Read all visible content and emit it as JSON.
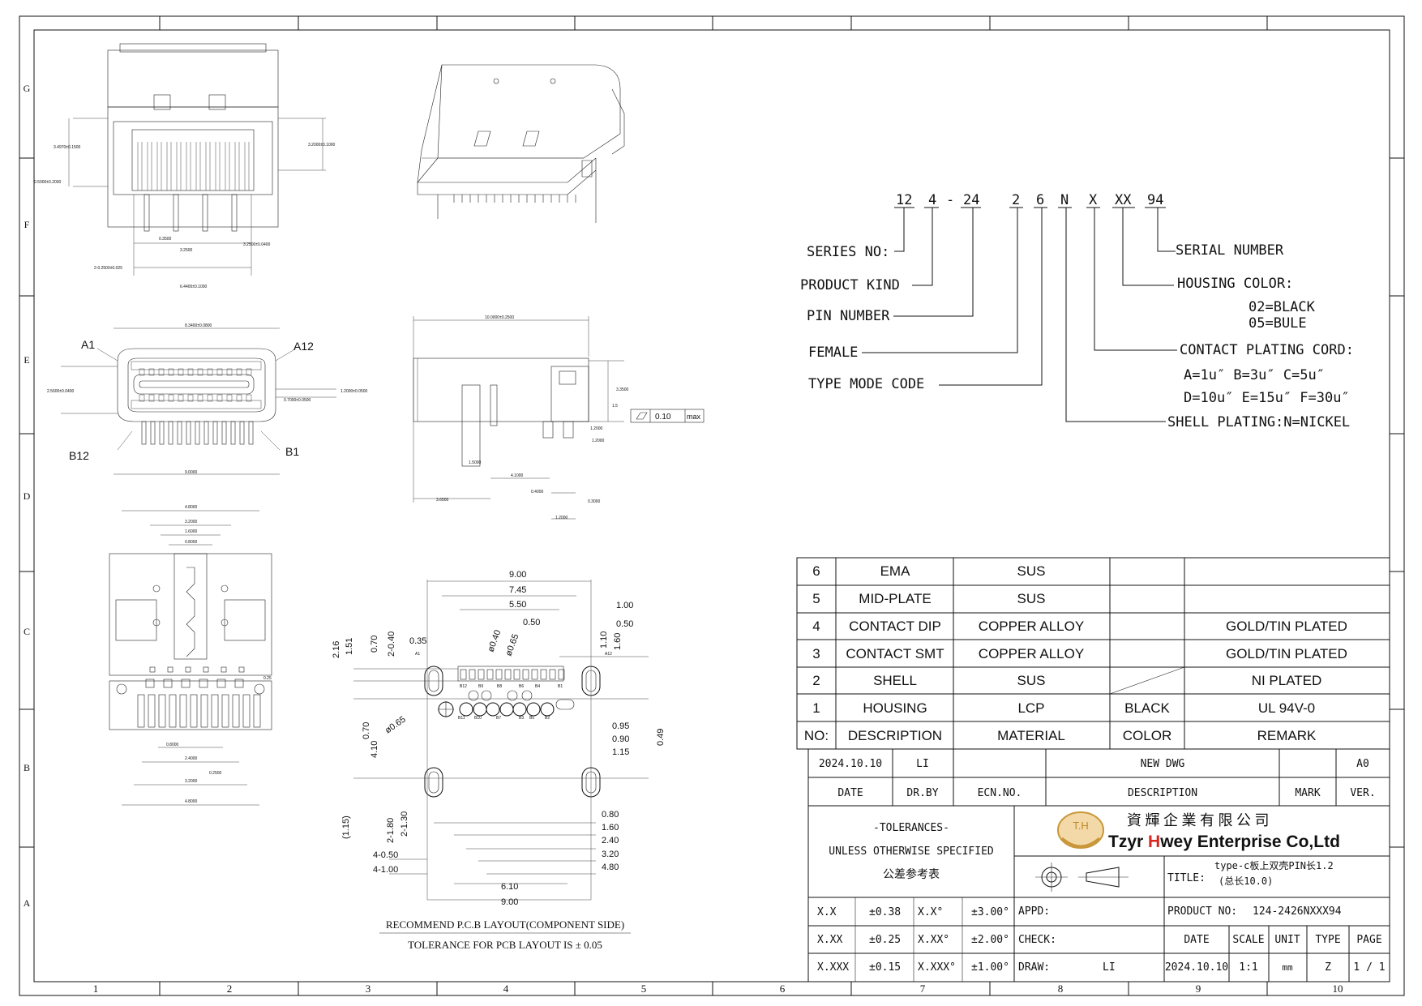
{
  "border": {
    "columns": [
      "1",
      "2",
      "3",
      "4",
      "5",
      "6",
      "7",
      "8",
      "9",
      "10"
    ],
    "rows": [
      "G",
      "F",
      "E",
      "D",
      "C",
      "B",
      "A"
    ]
  },
  "part_code": {
    "segments": [
      "12",
      "4",
      "-",
      "24",
      "2",
      "6",
      "N",
      "X",
      "XX",
      "94"
    ],
    "labels": {
      "series": "SERIES NO:",
      "kind": "PRODUCT KIND",
      "pin": "PIN NUMBER",
      "female": "FEMALE",
      "type_mode": "TYPE MODE CODE",
      "serial": "SERIAL NUMBER",
      "housing_color": "HOUSING COLOR:",
      "housing_color_opt1": "02=BLACK",
      "housing_color_opt2": "05=BULE",
      "plating": "CONTACT PLATING CORD:",
      "plating_opt1": "A=1u″  B=3u″  C=5u″",
      "plating_opt2": "D=10u″ E=15u″ F=30u″",
      "shell": "SHELL PLATING:N=NICKEL"
    }
  },
  "bom": {
    "rows": [
      {
        "no": "6",
        "desc": "EMA",
        "material": "SUS",
        "color": "",
        "remark": ""
      },
      {
        "no": "5",
        "desc": "MID-PLATE",
        "material": "SUS",
        "color": "",
        "remark": ""
      },
      {
        "no": "4",
        "desc": "CONTACT DIP",
        "material": "COPPER ALLOY",
        "color": "",
        "remark": "GOLD/TIN PLATED"
      },
      {
        "no": "3",
        "desc": "CONTACT SMT",
        "material": "COPPER ALLOY",
        "color": "",
        "remark": "GOLD/TIN PLATED"
      },
      {
        "no": "2",
        "desc": "SHELL",
        "material": "SUS",
        "color": "",
        "remark": "NI PLATED"
      },
      {
        "no": "1",
        "desc": "HOUSING",
        "material": "LCP",
        "color": "BLACK",
        "remark": "UL 94V-0"
      }
    ],
    "header": {
      "no": "NO:",
      "desc": "DESCRIPTION",
      "material": "MATERIAL",
      "color": "COLOR",
      "remark": "REMARK"
    }
  },
  "revision": {
    "date": "2024.10.10",
    "by": "LI",
    "ecn": "",
    "desc": "NEW DWG",
    "mark": "",
    "ver": "A0",
    "h_date": "DATE",
    "h_by": "DR.BY",
    "h_ecn": "ECN.NO.",
    "h_desc": "DESCRIPTION",
    "h_mark": "MARK",
    "h_ver": "VER."
  },
  "tolerances": {
    "title": "-TOLERANCES-",
    "line2": "UNLESS OTHERWISE SPECIFIED",
    "line3": "公差参考表",
    "rows": [
      {
        "a": "X.X",
        "b": "±0.38",
        "c": "X.X°",
        "d": "±3.00°"
      },
      {
        "a": "X.XX",
        "b": "±0.25",
        "c": "X.XX°",
        "d": "±2.00°"
      },
      {
        "a": "X.XXX",
        "b": "±0.15",
        "c": "X.XXX°",
        "d": "±1.00°"
      }
    ]
  },
  "company": {
    "logo": "T.H",
    "cn_name": "資 輝 企 業 有 限 公 司",
    "en_name_a": "Tzyr ",
    "en_name_b": "H",
    "en_name_c": "wey Enterprise Co,Ltd"
  },
  "title_block": {
    "title_label": "TITLE:",
    "title_l1": "type-c板上双壳PIN长1.2",
    "title_l2": "(总长10.0)",
    "product_label": "PRODUCT NO:",
    "product_no": "124-2426NXXX94",
    "appd": "APPD:",
    "check": "CHECK:",
    "draw": "DRAW:",
    "draw_by": "LI",
    "h_date": "DATE",
    "h_scale": "SCALE",
    "h_unit": "UNIT",
    "h_type": "TYPE",
    "h_page": "PAGE",
    "date": "2024.10.10",
    "scale": "1:1",
    "unit": "mm",
    "type": "Z",
    "page": "1 / 1"
  },
  "pcb": {
    "title": "RECOMMEND P.C.B LAYOUT(COMPONENT SIDE)",
    "tolerance": "TOLERANCE FOR PCB LAYOUT IS ± 0.05",
    "dims_top": [
      "9.00",
      "7.45",
      "5.50",
      "0.50"
    ],
    "dims_right": [
      "1.00",
      "0.50"
    ],
    "dims_left": [
      "2.16",
      "1.51",
      "0.70",
      "2-0.40",
      "0.35"
    ],
    "dims_mid_right": [
      "1.60",
      "1.10"
    ],
    "dims_pins": [
      "ø0.40",
      "ø0.65"
    ],
    "pin_labels": [
      "A1",
      "A12",
      "B12",
      "B9",
      "B8",
      "B6",
      "B4",
      "B1",
      "B11",
      "B10",
      "B2",
      "B3",
      "B5",
      "B7"
    ],
    "dims_bottom": [
      "0.95",
      "0.90",
      "1.15",
      "0.49",
      "0.80",
      "1.60",
      "2.40",
      "3.20",
      "4.80",
      "6.10",
      "9.00"
    ],
    "dims_left2": [
      "4.10",
      "0.70",
      "ø0.65",
      "(1.15)",
      "2-1.80",
      "2-1.30",
      "4-0.50",
      "4-1.00"
    ]
  },
  "views": {
    "front_labels": [
      "A1",
      "A12",
      "B12",
      "B1"
    ],
    "flatness": "0.10",
    "flatness_unit": "max"
  }
}
